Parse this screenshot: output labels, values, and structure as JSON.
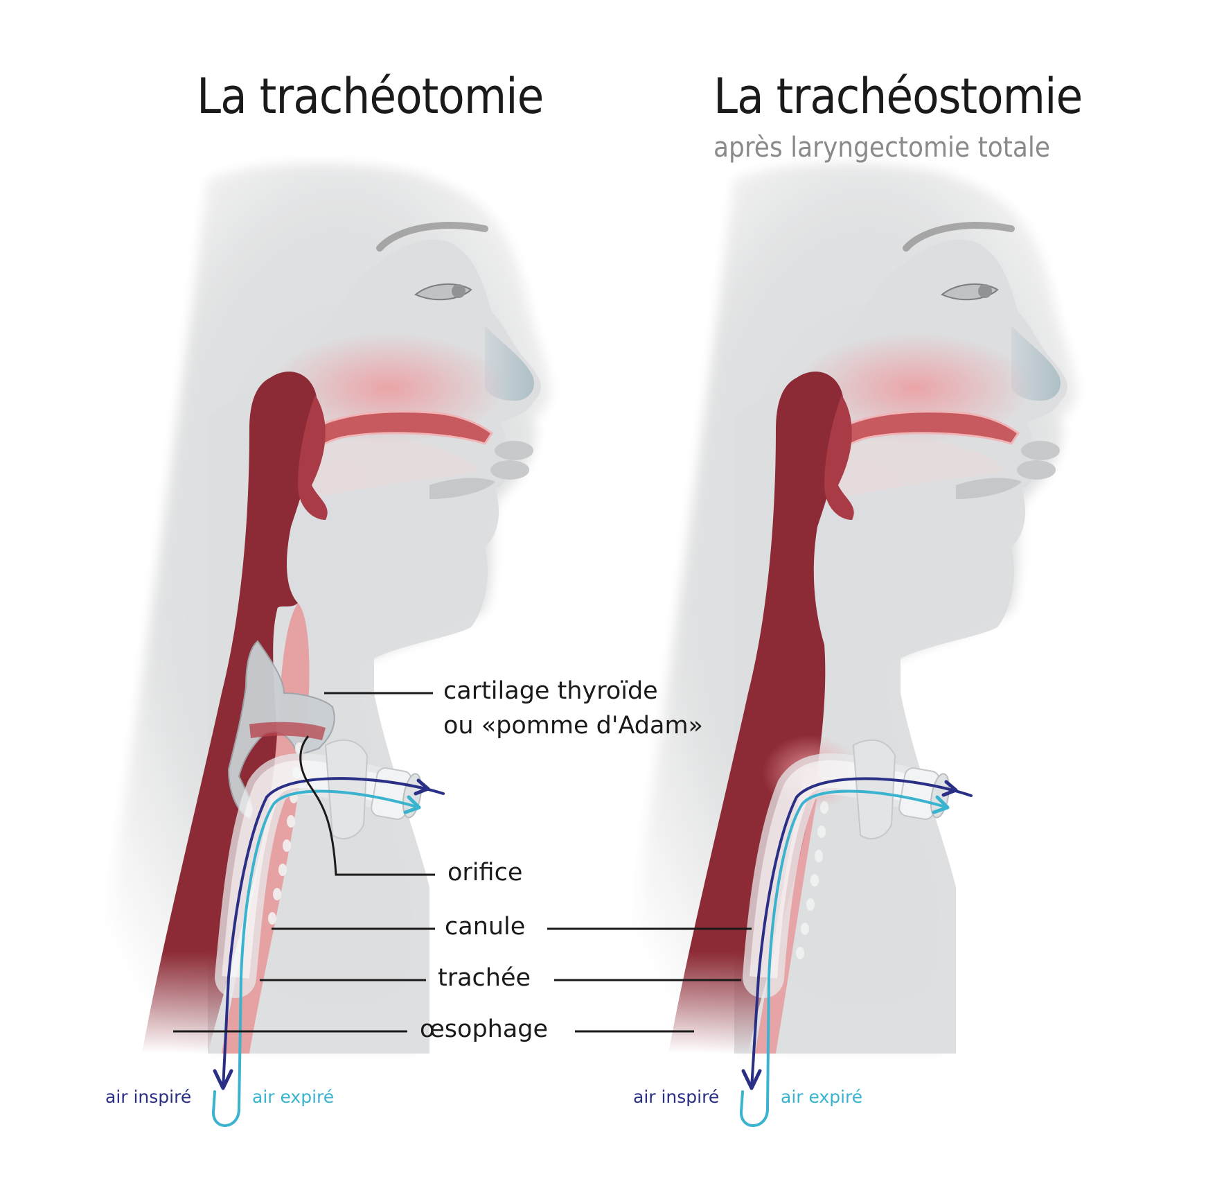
{
  "panels": [
    {
      "title": "La trachéotomie",
      "subtitle": "",
      "air_inspired": "air inspiré",
      "air_expired": "air expiré"
    },
    {
      "title": "La trachéostomie",
      "subtitle": "après laryngectomie totale",
      "air_inspired": "air inspiré",
      "air_expired": "air expiré"
    }
  ],
  "labels": {
    "cartilage_line1": "cartilage thyroïde",
    "cartilage_line2": "ou «pomme d'Adam»",
    "orifice": "orifice",
    "canule": "canule",
    "trachee": "trachée",
    "oesophage": "œsophage"
  },
  "colors": {
    "tissue": "#8c2a35",
    "tissue_pink": "#e79a9c",
    "skin": "#dcdcdc",
    "cartilage": "#c9cfd3",
    "inspired_air": "#2a2f86",
    "expired_air": "#3ab3cf",
    "leader_line": "#1a1a1a"
  }
}
